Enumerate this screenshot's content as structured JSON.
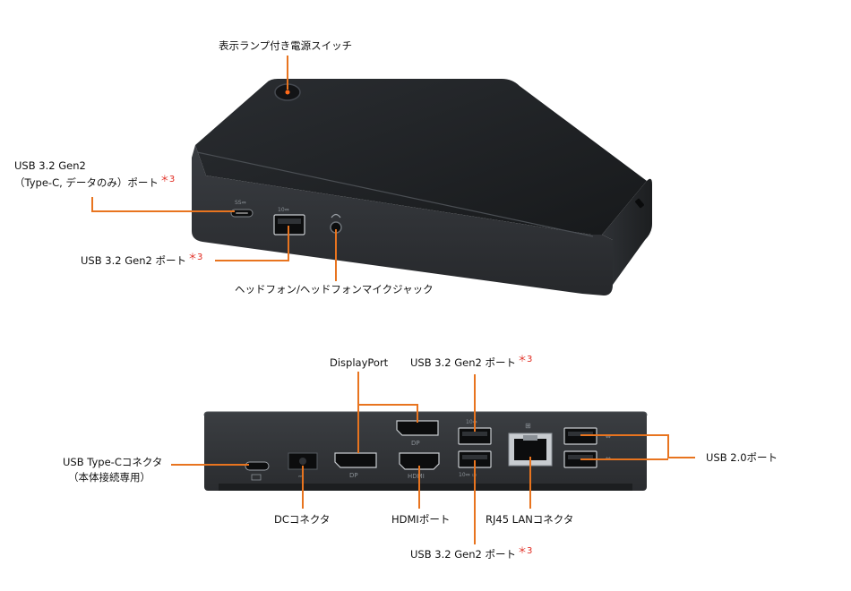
{
  "colors": {
    "leader": "#e8741f",
    "device_top": "#1f2124",
    "device_side": "#2b2e32",
    "device_front": "#34373b",
    "port_dark": "#0c0d0e",
    "port_metal": "#c8ccd0",
    "power_led": "#ff6a1a",
    "footnote": "#e0281e"
  },
  "labels": {
    "power_switch": "表示ランプ付き電源スイッチ",
    "usbc_data_line1": "USB 3.2 Gen2",
    "usbc_data_line2": "（Type-C, データのみ）ポート",
    "usba_front": "USB 3.2 Gen2 ポート",
    "headphone": "ヘッドフォン/ヘッドフォンマイクジャック",
    "displayport": "DisplayPort",
    "usb_rear_top": "USB 3.2 Gen2 ポート",
    "usb_typec_connector_line1": "USB Type-Cコネクタ",
    "usb_typec_connector_line2": "（本体接続専用）",
    "dc_connector": "DCコネクタ",
    "hdmi": "HDMIポート",
    "rj45": "RJ45 LANコネクタ",
    "usb20": "USB 2.0ポート",
    "usb_rear_bottom": "USB 3.2 Gen2 ポート",
    "footnote_mark": "＊3"
  },
  "port_markings": {
    "front_usbc": "SS⇔",
    "front_usba": "10⇔",
    "rear_usb_top": "10⇔",
    "rear_usb_bottom": "10⇔ ▭",
    "hdmi": "HDMI",
    "dp_logo": "DP"
  },
  "icons": [
    "power-button-icon",
    "headphone-icon",
    "usb-icon",
    "network-icon",
    "dc-power-icon",
    "laptop-icon"
  ]
}
